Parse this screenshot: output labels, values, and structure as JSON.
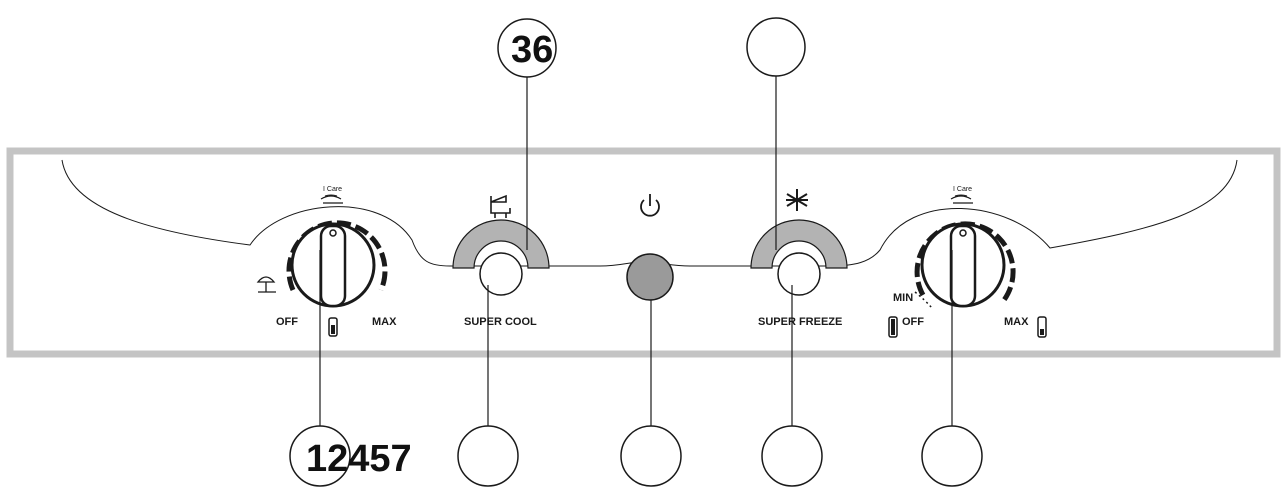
{
  "labels": {
    "left_dial": {
      "top_mark": "I Care",
      "off": "OFF",
      "max": "MAX"
    },
    "super_cool": "SUPER COOL",
    "super_freeze": "SUPER FREEZE",
    "right_dial": {
      "top_mark": "I Care",
      "min": "MIN",
      "off": "OFF",
      "max": "MAX"
    }
  },
  "callouts": {
    "top_super_cool": "36",
    "top_super_freeze": "",
    "bottom_left_dial": "12457",
    "bottom_super_cool": "",
    "bottom_power": "",
    "bottom_super_freeze": "",
    "bottom_right_dial": ""
  },
  "icons": {
    "left_dial_top": "hand-wash-icon",
    "left_dial_side": "umbrella-icon",
    "left_dial_bottom": "thermometer-icon",
    "super_cool": "bottle-icon",
    "power": "power-icon",
    "super_freeze": "snowflake-icon",
    "right_dial_top": "hand-wash-icon",
    "right_dial_off": "thermometer-full-icon",
    "right_dial_max": "thermometer-low-icon"
  },
  "colors": {
    "frame": "#c4c4c4",
    "button_arc": "#b3b3b3",
    "power_button": "#9a9a9a",
    "line": "#1a1a1a"
  }
}
